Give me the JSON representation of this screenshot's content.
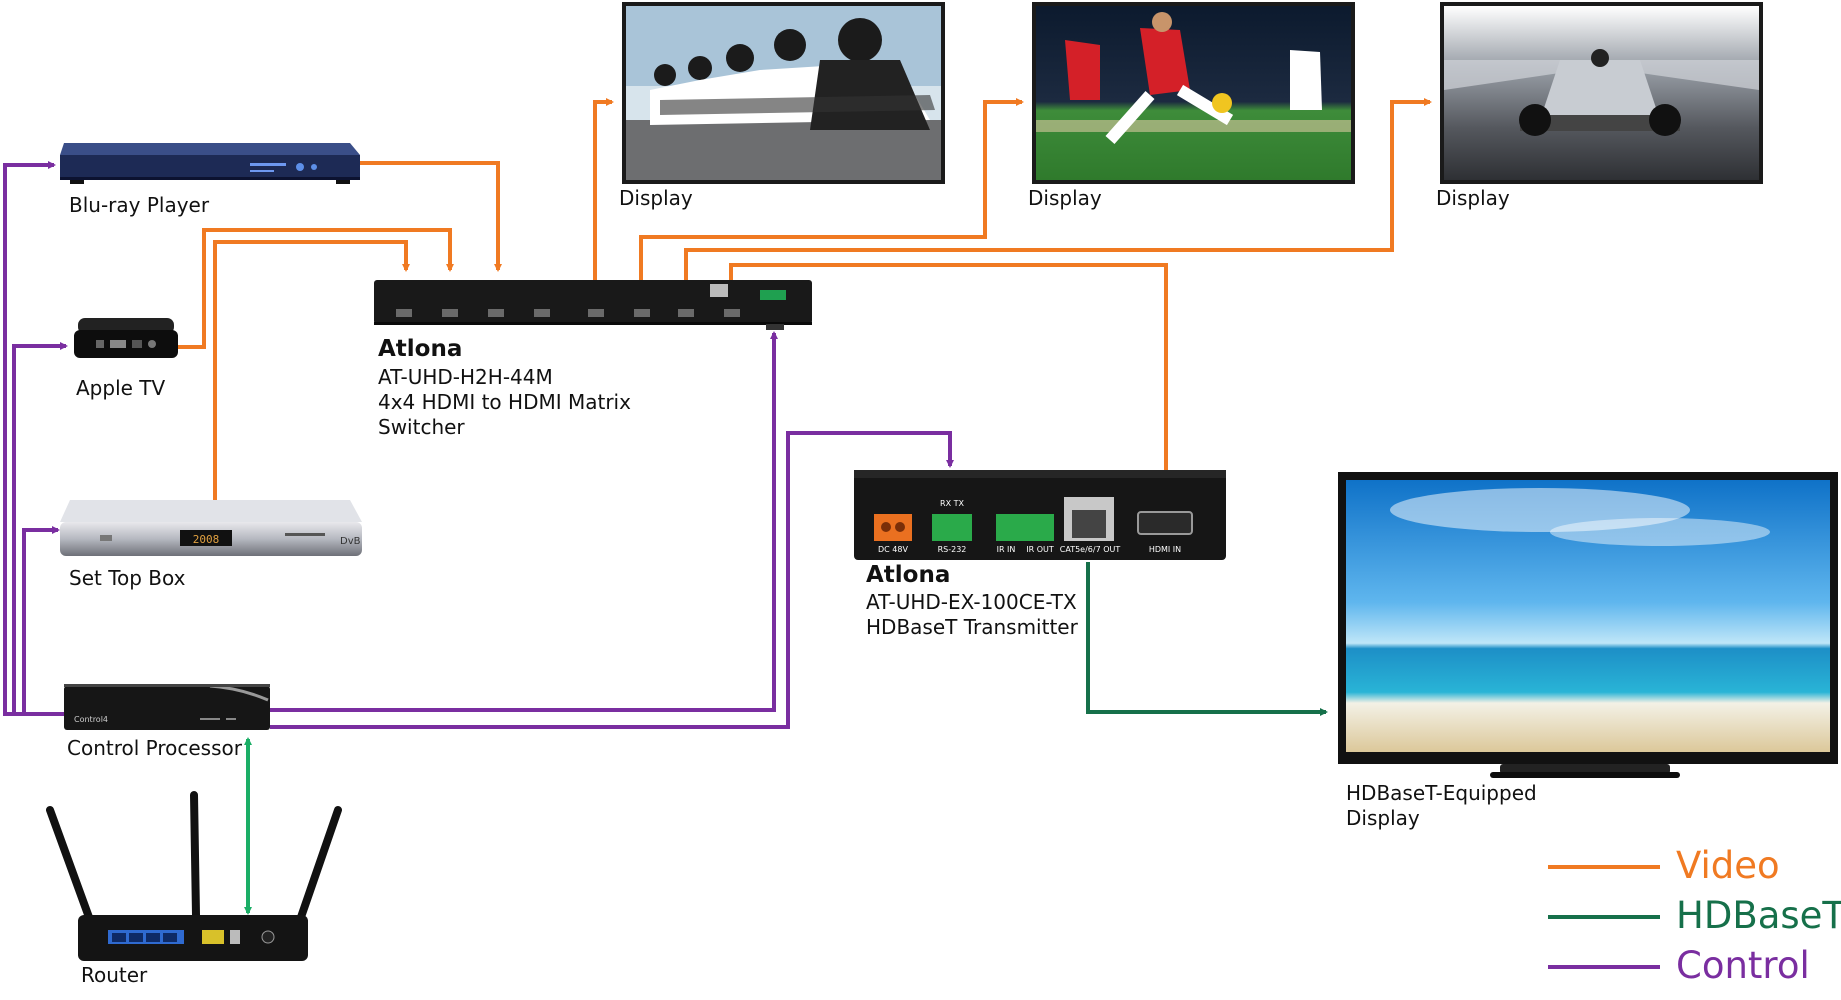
{
  "colors": {
    "video": "#f07a22",
    "hdbaset": "#16704a",
    "control": "#7a2ea0",
    "network": "#1bae66"
  },
  "icons": {
    "bluray": "bluray-player-icon",
    "appletv": "apple-tv-icon",
    "stb": "set-top-box-icon",
    "control": "control-processor-icon",
    "router": "router-icon",
    "switcher": "matrix-switcher-icon",
    "transmitter": "hdbaset-transmitter-icon",
    "tv": "hdbaset-display-icon"
  },
  "devices": {
    "bluray": "Blu-ray Player",
    "appletv": "Apple TV",
    "stb": "Set Top Box",
    "control": "Control Processor",
    "router": "Router",
    "tv_line1": "HDBaseT-Equipped",
    "tv_line2": "Display"
  },
  "stb_display": "2008",
  "stb_badge": "DvB",
  "control_badge": "Control4",
  "displays": [
    {
      "label": "Display",
      "scene": "cycling"
    },
    {
      "label": "Display",
      "scene": "football"
    },
    {
      "label": "Display",
      "scene": "racing"
    }
  ],
  "switcher": {
    "brand": "Atlona",
    "model": "AT-UHD-H2H-44M",
    "desc1": "4x4 HDMI to HDMI Matrix",
    "desc2": "Switcher"
  },
  "transmitter": {
    "brand": "Atlona",
    "model": "AT-UHD-EX-100CE-TX",
    "desc": "HDBaseT Transmitter",
    "ports": {
      "power": "DC 48V",
      "rs232": "RS-232",
      "rs232_top": "RX TX",
      "ir_in": "IR IN",
      "ir_out": "IR OUT",
      "cat": "CAT5e/6/7 OUT",
      "hdmi": "HDMI IN"
    }
  },
  "legend": [
    {
      "key": "video",
      "label": "Video"
    },
    {
      "key": "hdbaset",
      "label": "HDBaseT"
    },
    {
      "key": "control",
      "label": "Control"
    }
  ]
}
